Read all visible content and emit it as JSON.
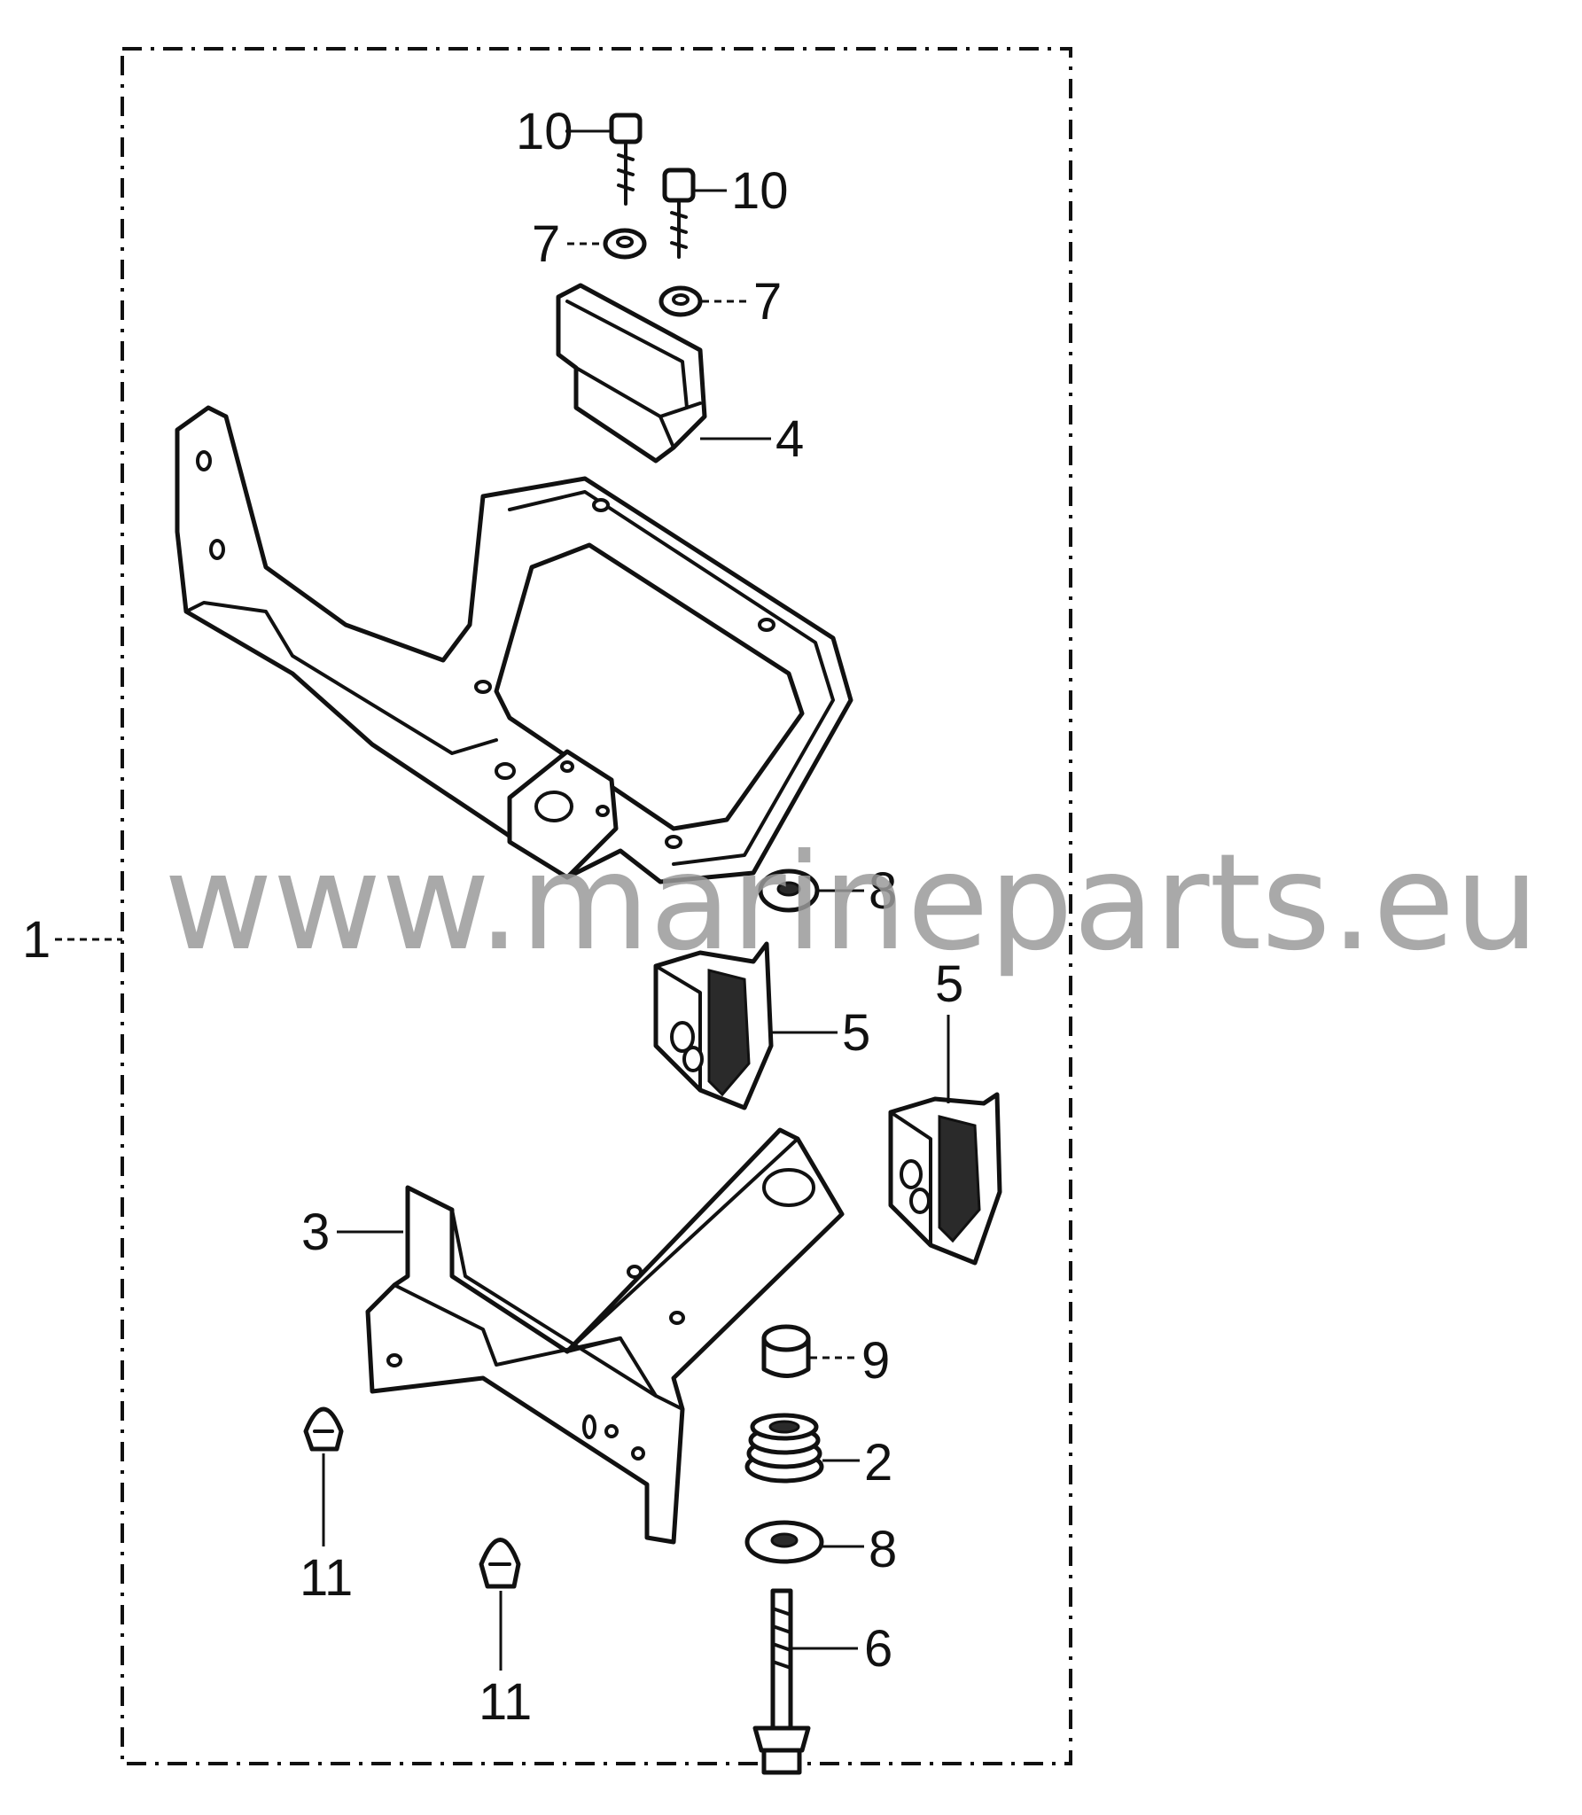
{
  "watermark": "www.marineparts.eu",
  "callouts": {
    "c1": "1",
    "c2": "2",
    "c3": "3",
    "c4": "4",
    "c5a": "5",
    "c5b": "5",
    "c6": "6",
    "c7a": "7",
    "c7b": "7",
    "c8a": "8",
    "c8b": "8",
    "c9": "9",
    "c10a": "10",
    "c10b": "10",
    "c11a": "11",
    "c11b": "11"
  }
}
